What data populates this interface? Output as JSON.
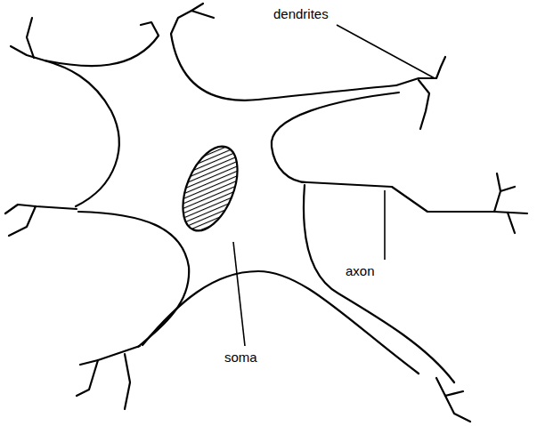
{
  "diagram": {
    "labels": [
      "dendrites",
      "axon",
      "soma"
    ]
  }
}
